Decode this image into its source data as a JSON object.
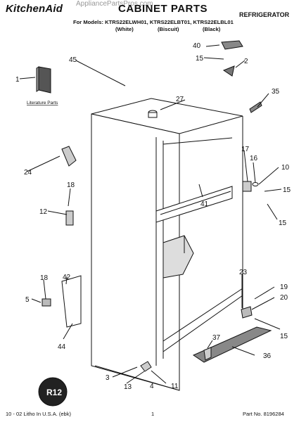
{
  "header": {
    "brand": "KitchenAid",
    "watermark": "AppliancePartsPros.com",
    "title": "CABINET PARTS",
    "doc_type": "REFRIGERATOR",
    "models_line": "For Models: KTRS22ELWH01, KTRS22ELBT01, KTRS22ELBL01",
    "colors": [
      "(White)",
      "(Biscuit)",
      "(Black)"
    ]
  },
  "diagram": {
    "callouts": [
      "1",
      "2",
      "3",
      "4",
      "5",
      "10",
      "11",
      "12",
      "13",
      "15",
      "16",
      "17",
      "18",
      "19",
      "20",
      "23",
      "24",
      "27",
      "35",
      "36",
      "37",
      "40",
      "41",
      "42",
      "44",
      "45"
    ],
    "literature_caption": "Literature Parts",
    "refrigerant_badge": "R12"
  },
  "footer": {
    "left": "10 - 02 Litho In U.S.A. (ebk)",
    "page": "1",
    "part_no": "Part No. 8196284"
  }
}
